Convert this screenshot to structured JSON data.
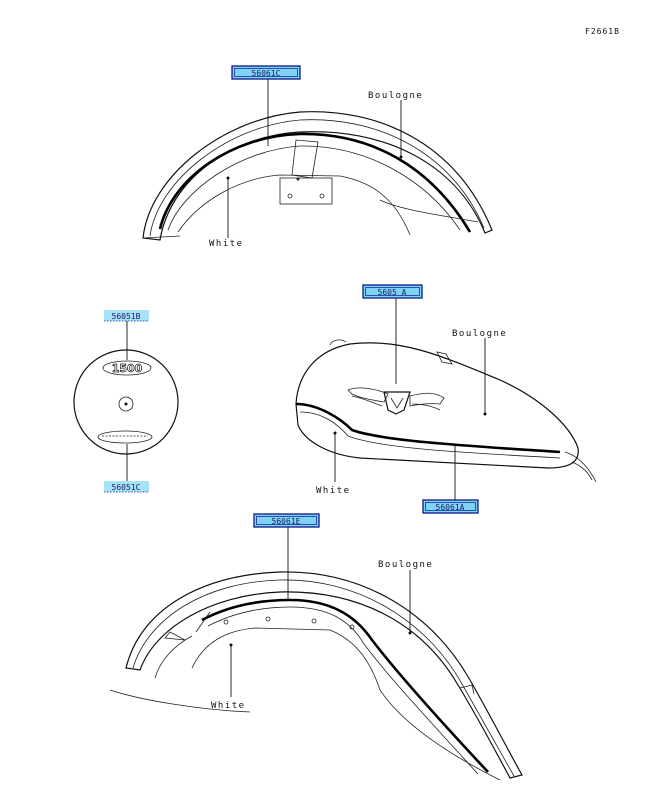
{
  "figure_id": "F2661B",
  "callouts": {
    "rear_fender_stripe": "56061C",
    "tank_emblem": "5605 A",
    "tank_stripe": "56061A",
    "sidecover_top": "56051B",
    "sidecover_bottom": "56051C",
    "front_fender_stripe": "56061E"
  },
  "labels": {
    "rear_fender_color": "Boulogne",
    "rear_fender_inner": "White",
    "tank_color": "Boulogne",
    "tank_lower": "White",
    "front_fender_color": "Boulogne",
    "front_fender_inner": "White"
  },
  "colors": {
    "callout_fill_selected": "#7fd3f5",
    "callout_fill_plain": "#a8e2f8",
    "callout_border": "#0a1a8a"
  }
}
